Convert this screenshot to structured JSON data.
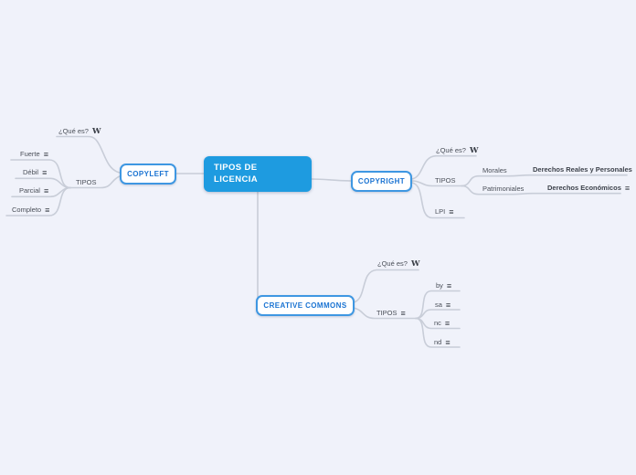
{
  "app": {
    "background_color": "#f0f2fa",
    "connector_color": "#c8cdd8"
  },
  "colors": {
    "root_fill": "#1e9be0",
    "root_text": "#ffffff",
    "node_border": "#3e97e2",
    "node_text": "#1a73d2",
    "label_text": "#4a4f58"
  },
  "icons": {
    "wikipedia": "W",
    "notes": "≡"
  },
  "root": {
    "label": "TIPOS DE LICENCIA"
  },
  "copyleft": {
    "label": "COPYLEFT",
    "que_es": {
      "label": "¿Qué es?"
    },
    "tipos": {
      "label": "TIPOS"
    },
    "children": [
      {
        "label": "Fuerte"
      },
      {
        "label": "Débil"
      },
      {
        "label": "Parcial"
      },
      {
        "label": "Completo"
      }
    ]
  },
  "copyright": {
    "label": "COPYRIGHT",
    "que_es": {
      "label": "¿Qué es?"
    },
    "tipos": {
      "label": "TIPOS"
    },
    "morales": {
      "label": "Morales",
      "child": {
        "label": "Derechos Reales y Personales"
      }
    },
    "patrimoniales": {
      "label": "Patrimoniales",
      "child": {
        "label": "Derechos Económicos"
      }
    },
    "lpi": {
      "label": "LPI"
    }
  },
  "creative_commons": {
    "label": "CREATIVE COMMONS",
    "que_es": {
      "label": "¿Qué es?"
    },
    "tipos": {
      "label": "TIPOS"
    },
    "children": [
      {
        "label": "by"
      },
      {
        "label": "sa"
      },
      {
        "label": "nc"
      },
      {
        "label": "nd"
      }
    ]
  }
}
